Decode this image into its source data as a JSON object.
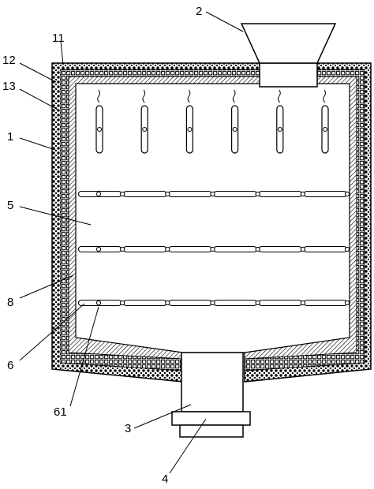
{
  "labels": {
    "l2": "2",
    "l11": "11",
    "l12": "12",
    "l13": "13",
    "l1": "1",
    "l5": "5",
    "l8": "8",
    "l6": "6",
    "l61": "61",
    "l3": "3",
    "l4": "4"
  },
  "counts": {
    "hanging_rods": 6,
    "horizontal_rails": 3,
    "segments_per_rail": 6
  }
}
